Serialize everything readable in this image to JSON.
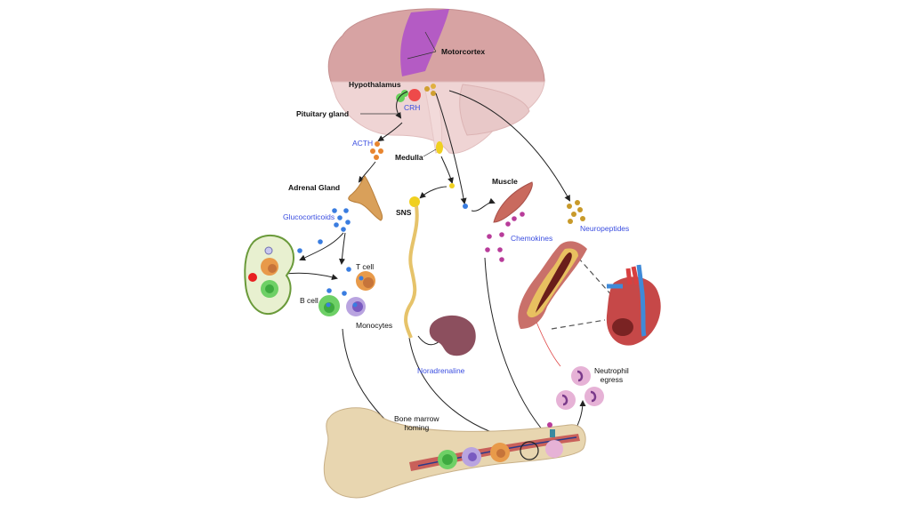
{
  "labels": {
    "motorcortex": "Motorcortex",
    "hypothalamus": "Hypothalamus",
    "crh": "CRH",
    "pituitary_gland": "Pituitary gland",
    "acth": "ACTH",
    "medulla": "Medulla",
    "adrenal_gland": "Adrenal Gland",
    "glucocorticoids": "Glucocorticoids",
    "sns": "SNS",
    "muscle": "Muscle",
    "chemokines": "Chemokines",
    "neuropeptides": "Neuropeptides",
    "t_cell": "T cell",
    "b_cell": "B cell",
    "monocytes": "Monocytes",
    "noradrenaline": "Noradrenaline",
    "neutrophil_egress_line1": "Neutrophil",
    "neutrophil_egress_line2": "egress",
    "bone_marrow_homing_line1": "Bone marrow",
    "bone_marrow_homing_line2": "homing"
  },
  "colors": {
    "brain": "#d9a8a8",
    "motorcortex": "#b45bc4",
    "signal_label": "#3b4ee0",
    "glucocorticoid_dot": "#3a7de0",
    "acth_dot": "#e8852f",
    "chemokine_dot": "#b83c9a",
    "neuropeptide_dot": "#c89a2a",
    "sns_nerve": "#e6c36a",
    "bone": "#e8d6b0",
    "neutrophil": "#e6b2d6"
  }
}
